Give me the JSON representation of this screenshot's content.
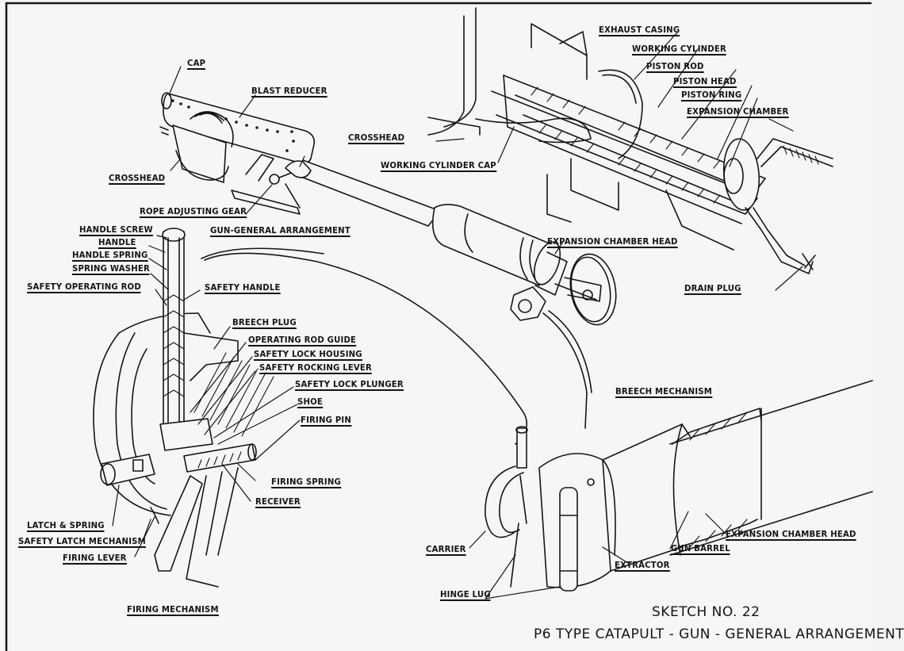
{
  "sheet": {
    "sketch_number": "SKETCH  NO. 22",
    "title": "P6 TYPE CATAPULT - GUN - GENERAL ARRANGEMENT"
  },
  "sections": {
    "gun_general": "GUN-GENERAL  ARRANGEMENT",
    "firing_mechanism": "FIRING  MECHANISM",
    "breech_mechanism": "BREECH  MECHANISM"
  },
  "labels": {
    "cap": "CAP",
    "blast_reducer": "BLAST REDUCER",
    "crosshead_left": "CROSSHEAD",
    "rope_adjusting_gear": "ROPE ADJUSTING  GEAR",
    "crosshead_right": "CROSSHEAD",
    "working_cylinder_cap": "WORKING CYLINDER CAP",
    "exhaust_casing": "EXHAUST  CASING",
    "working_cylinder": "WORKING  CYLINDER",
    "piston_rod": "PISTON  ROD",
    "piston_head": "PISTON  HEAD",
    "piston_ring": "PISTON  RING",
    "expansion_chamber": "EXPANSION CHAMBER",
    "expansion_chamber_head_top": "EXPANSION CHAMBER HEAD",
    "drain_plug": "DRAIN  PLUG",
    "handle_screw": "HANDLE  SCREW",
    "handle": "HANDLE",
    "handle_spring": "HANDLE SPRING",
    "spring_washer": "SPRING  WASHER",
    "safety_operating_rod": "SAFETY OPERATING  ROD",
    "safety_handle": "SAFETY  HANDLE",
    "breech_plug": "BREECH  PLUG",
    "operating_rod_guide": "OPERATING  ROD GUIDE",
    "safety_lock_housing": "SAFETY  LOCK  HOUSING",
    "safety_rocking_lever": "SAFETY  ROCKING  LEVER",
    "safety_lock_plunger": "SAFETY  LOCK  PLUNGER",
    "shoe": "SHOE",
    "firing_pin": "FIRING  PIN",
    "firing_spring": "FIRING  SPRING",
    "receiver": "RECEIVER",
    "latch_spring": "LATCH & SPRING",
    "safety_latch_mechanism": "SAFETY LATCH MECHANISM",
    "firing_lever": "FIRING  LEVER",
    "carrier": "CARRIER",
    "hinge_lug": "HINGE  LUG",
    "extractor": "EXTRACTOR",
    "gun_barrel": "GUN  BARREL",
    "expansion_chamber_head_bottom": "EXPANSION  CHAMBER  HEAD"
  }
}
